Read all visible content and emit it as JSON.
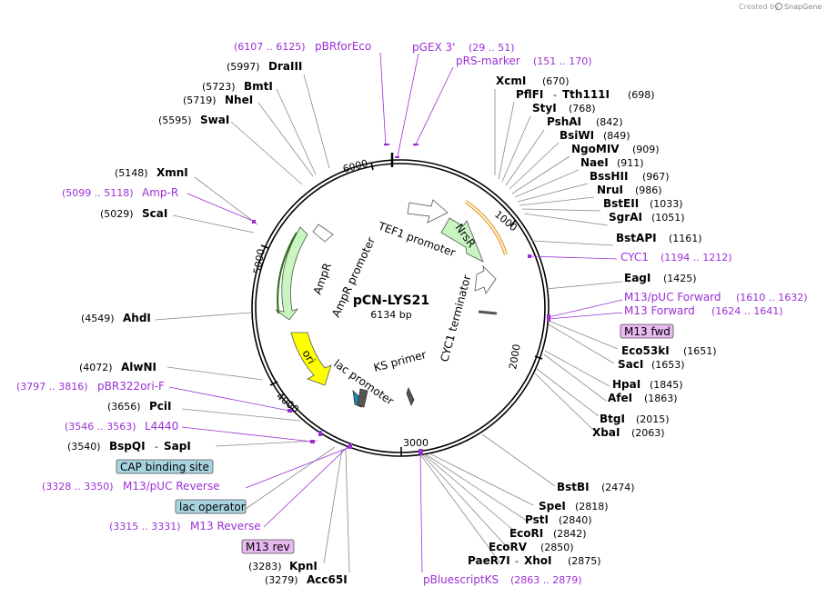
{
  "credit": {
    "prefix": "Created by",
    "brand": "SnapGene"
  },
  "plasmid": {
    "name": "pCN-LYS21",
    "size": "6134 bp"
  },
  "ticks": [
    "1000",
    "2000",
    "3000",
    "4000",
    "5000",
    "6000"
  ],
  "features": {
    "tef1": "TEF1 promoter",
    "nrsr": "NrsR",
    "cyc1term": "CYC1 terminator",
    "ampr": "AmpR",
    "amprprom": "AmpR promoter",
    "ori": "ori",
    "lacprom": "lac promoter",
    "ksprimer": "KS primer"
  },
  "enzymes_right": [
    {
      "name": "XcmI",
      "pos": "(670)"
    },
    {
      "name": "PflFI",
      "extra": "Tth111I",
      "pos": "(698)"
    },
    {
      "name": "StyI",
      "pos": "(768)"
    },
    {
      "name": "PshAI",
      "pos": "(842)"
    },
    {
      "name": "BsiWI",
      "pos": "(849)"
    },
    {
      "name": "NgoMIV",
      "pos": "(909)"
    },
    {
      "name": "NaeI",
      "pos": "(911)"
    },
    {
      "name": "BssHII",
      "pos": "(967)"
    },
    {
      "name": "NruI",
      "pos": "(986)"
    },
    {
      "name": "BstEII",
      "pos": "(1033)"
    },
    {
      "name": "SgrAI",
      "pos": "(1051)"
    },
    {
      "name": "BstAPI",
      "pos": "(1161)"
    },
    {
      "name": "EagI",
      "pos": "(1425)"
    },
    {
      "name": "Eco53kI",
      "pos": "(1651)"
    },
    {
      "name": "SacI",
      "pos": "(1653)"
    },
    {
      "name": "HpaI",
      "pos": "(1845)"
    },
    {
      "name": "AfeI",
      "pos": "(1863)"
    },
    {
      "name": "BtgI",
      "pos": "(2015)"
    },
    {
      "name": "XbaI",
      "pos": "(2063)"
    },
    {
      "name": "BstBI",
      "pos": "(2474)"
    },
    {
      "name": "SpeI",
      "pos": "(2818)"
    },
    {
      "name": "PstI",
      "pos": "(2840)"
    },
    {
      "name": "EcoRI",
      "pos": "(2842)"
    },
    {
      "name": "EcoRV",
      "pos": "(2850)"
    },
    {
      "name": "PaeR7I",
      "extra": "XhoI",
      "pos": "(2875)"
    }
  ],
  "enzymes_left": [
    {
      "name": "DraIII",
      "pos": "(5997)"
    },
    {
      "name": "BmtI",
      "pos": "(5723)"
    },
    {
      "name": "NheI",
      "pos": "(5719)"
    },
    {
      "name": "SwaI",
      "pos": "(5595)"
    },
    {
      "name": "XmnI",
      "pos": "(5148)"
    },
    {
      "name": "ScaI",
      "pos": "(5029)"
    },
    {
      "name": "AhdI",
      "pos": "(4549)"
    },
    {
      "name": "AlwNI",
      "pos": "(4072)"
    },
    {
      "name": "PciI",
      "pos": "(3656)"
    },
    {
      "name": "BspQI",
      "extra": "SapI",
      "pos": "(3540)"
    },
    {
      "name": "KpnI",
      "pos": "(3283)"
    },
    {
      "name": "Acc65I",
      "pos": "(3279)"
    }
  ],
  "primers": [
    {
      "name": "pBRforEco",
      "pos": "(6107 .. 6125)"
    },
    {
      "name": "pGEX 3'",
      "pos": "(29 .. 51)"
    },
    {
      "name": "pRS-marker",
      "pos": "(151 .. 170)"
    },
    {
      "name": "CYC1",
      "pos": "(1194 .. 1212)"
    },
    {
      "name": "M13/pUC Forward",
      "pos": "(1610 .. 1632)"
    },
    {
      "name": "M13 Forward",
      "pos": "(1624 .. 1641)"
    },
    {
      "name": "Amp-R",
      "pos": "(5099 .. 5118)"
    },
    {
      "name": "pBR322ori-F",
      "pos": "(3797 .. 3816)"
    },
    {
      "name": "L4440",
      "pos": "(3546 .. 3563)"
    },
    {
      "name": "M13/pUC Reverse",
      "pos": "(3328 .. 3350)"
    },
    {
      "name": "M13 Reverse",
      "pos": "(3315 .. 3331)"
    },
    {
      "name": "pBluescriptKS",
      "pos": "(2863 .. 2879)"
    }
  ],
  "boxes": {
    "m13fwd": "M13 fwd",
    "cap": "CAP binding site",
    "lacop": "lac operator",
    "m13rev": "M13 rev"
  },
  "colors": {
    "primer": "#9b2fd6",
    "ampr_fill": "#c8f5c0",
    "ori_fill": "#ffff00",
    "nrsr_fill": "#c8f5c0",
    "terminator_stroke": "#e09020",
    "cap_box": "#a8d4e0",
    "m13_box": "#e8b8f0"
  }
}
